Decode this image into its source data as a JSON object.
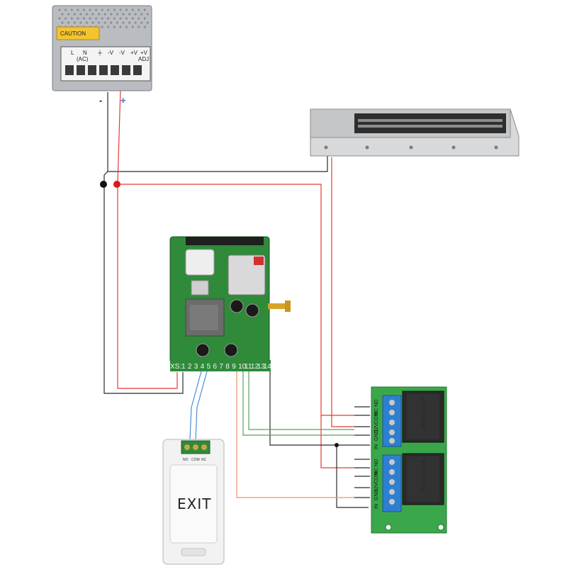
{
  "colors": {
    "wire_black": "#2b2b2b",
    "wire_red": "#e53935",
    "wire_green": "#5aa05a",
    "wire_blue": "#4a8fd8",
    "wire_orange": "#e8956a",
    "board_green": "#2f8a3a",
    "relay_board_green": "#3aa84a",
    "terminal_blue": "#2f7fd0"
  },
  "psu": {
    "caution": "CAUTION",
    "terminals": [
      "L",
      "N",
      "⏚",
      "-V",
      "-V",
      "+V",
      "+V"
    ],
    "ac_label": "(AC)",
    "adj_label": "ADJ",
    "minus_label": "-",
    "plus_label": "+"
  },
  "controller": {
    "xs_label": "XS:",
    "pins": [
      "1",
      "2",
      "3",
      "4",
      "5",
      "6",
      "7",
      "8",
      "9",
      "10",
      "11",
      "12",
      "13",
      "14"
    ]
  },
  "relay_module": {
    "relay_model": "NT73-2C-S15",
    "terminal_labels": [
      "NO",
      "NC",
      "COM",
      "12V",
      "GND",
      "IN"
    ]
  },
  "exit_button": {
    "label": "EXIT",
    "terminal_labels": [
      "NO",
      "COM",
      "NC"
    ]
  }
}
